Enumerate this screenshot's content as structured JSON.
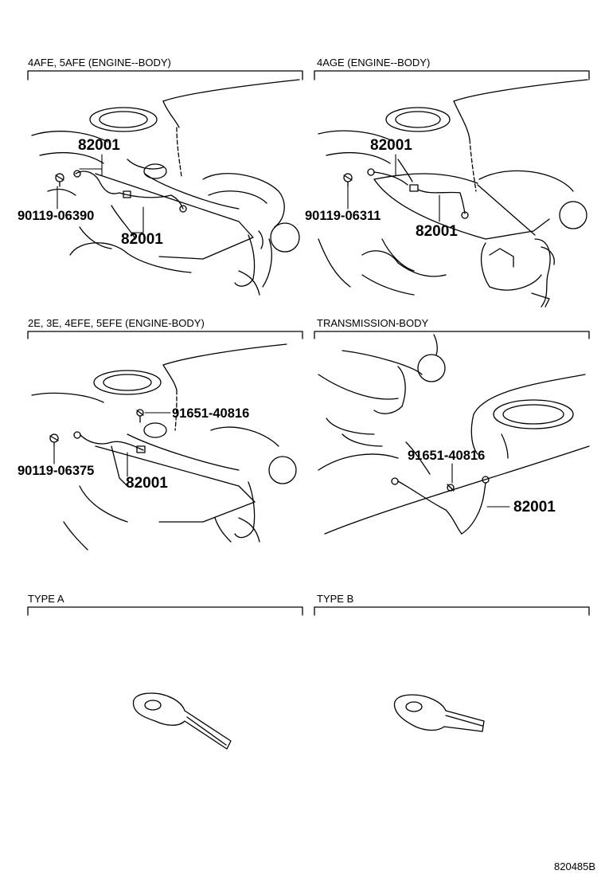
{
  "panels": [
    {
      "title": "4AFE, 5AFE (ENGINE--BODY)",
      "callouts": [
        "82001",
        "90119-06390",
        "82001"
      ]
    },
    {
      "title": "4AGE (ENGINE--BODY)",
      "callouts": [
        "82001",
        "90119-06311",
        "82001"
      ]
    },
    {
      "title": "2E, 3E, 4EFE, 5EFE (ENGINE-BODY)",
      "callouts": [
        "91651-40816",
        "90119-06375",
        "82001"
      ]
    },
    {
      "title": "TRANSMISSION-BODY",
      "callouts": [
        "91651-40816",
        "82001"
      ]
    },
    {
      "title": "TYPE A",
      "callouts": []
    },
    {
      "title": "TYPE B",
      "callouts": []
    }
  ],
  "figure_id": "820485B"
}
